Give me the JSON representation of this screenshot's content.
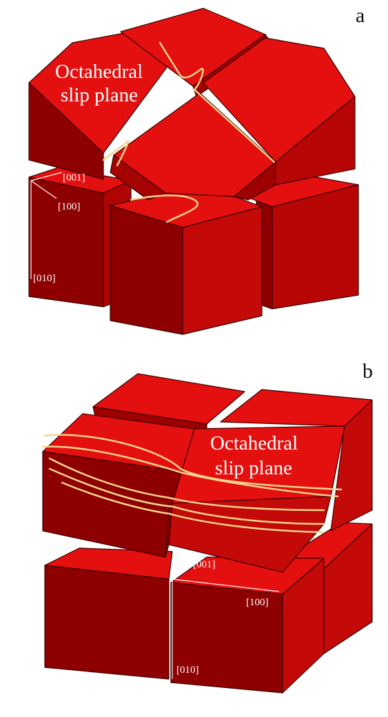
{
  "panels": [
    {
      "letter": "a",
      "slip_label_line1": "Octahedral",
      "slip_label_line2": "slip plane",
      "axes": {
        "x": "[100]",
        "y": "[010]",
        "z": "[001]"
      }
    },
    {
      "letter": "b",
      "slip_label_line1": "Octahedral",
      "slip_label_line2": "slip plane",
      "axes": {
        "x": "[100]",
        "y": "[010]",
        "z": "[001]"
      }
    }
  ],
  "colors": {
    "face_top": "#e40f0f",
    "face_front": "#c00808",
    "face_side": "#8e0000",
    "edge": "#3a0000",
    "slip_line": "#f5d58c",
    "axis": "#ffffff",
    "background": "#ffffff"
  }
}
